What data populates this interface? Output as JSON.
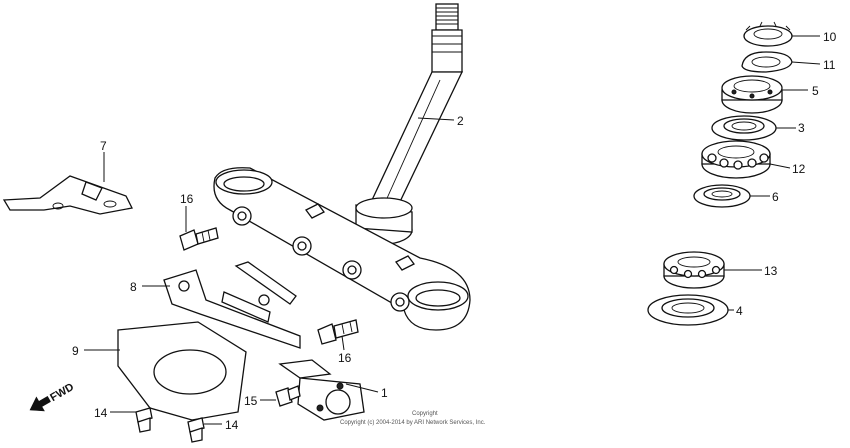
{
  "diagram": {
    "callouts": {
      "p1": "1",
      "p2": "2",
      "p3": "3",
      "p4": "4",
      "p5": "5",
      "p6": "6",
      "p7": "7",
      "p8": "8",
      "p9": "9",
      "p10": "10",
      "p11": "11",
      "p12": "12",
      "p13": "13",
      "p14a": "14",
      "p14b": "14",
      "p15": "15",
      "p16a": "16",
      "p16b": "16"
    },
    "direction_label": "FWD",
    "copyright_line1": "Copyright",
    "copyright_line2": "Copyright (c) 2004-2014 by ARI Network Services, Inc."
  }
}
